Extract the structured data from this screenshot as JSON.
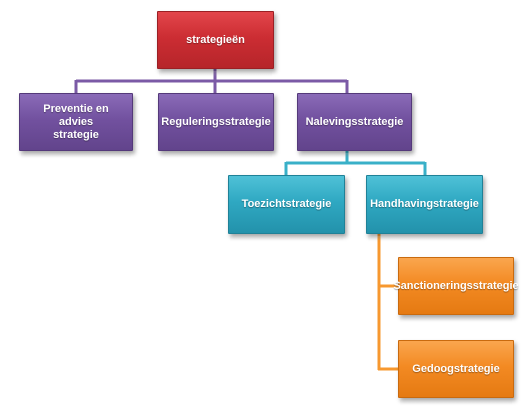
{
  "colors": {
    "root": "#cc2d33",
    "level1": "#72519f",
    "level2": "#2fa8c2",
    "level3": "#f38a23",
    "connector_purple": "#7b5aa6",
    "connector_blue": "#39b0c8",
    "connector_orange": "#f7982f"
  },
  "nodes": {
    "root": {
      "label": "strategieën"
    },
    "preventie": {
      "label_line1": "Preventie en advies",
      "label_line2": "strategie"
    },
    "regulering": {
      "label": "Reguleringsstrategie"
    },
    "naleving": {
      "label": "Nalevingsstrategie"
    },
    "toezicht": {
      "label": "Toezichtstrategie"
    },
    "handhaving": {
      "label": "Handhavingstrategie"
    },
    "sanctionering": {
      "label": "Sanctioneringsstrategie"
    },
    "gedoog": {
      "label": "Gedoogstrategie"
    }
  }
}
